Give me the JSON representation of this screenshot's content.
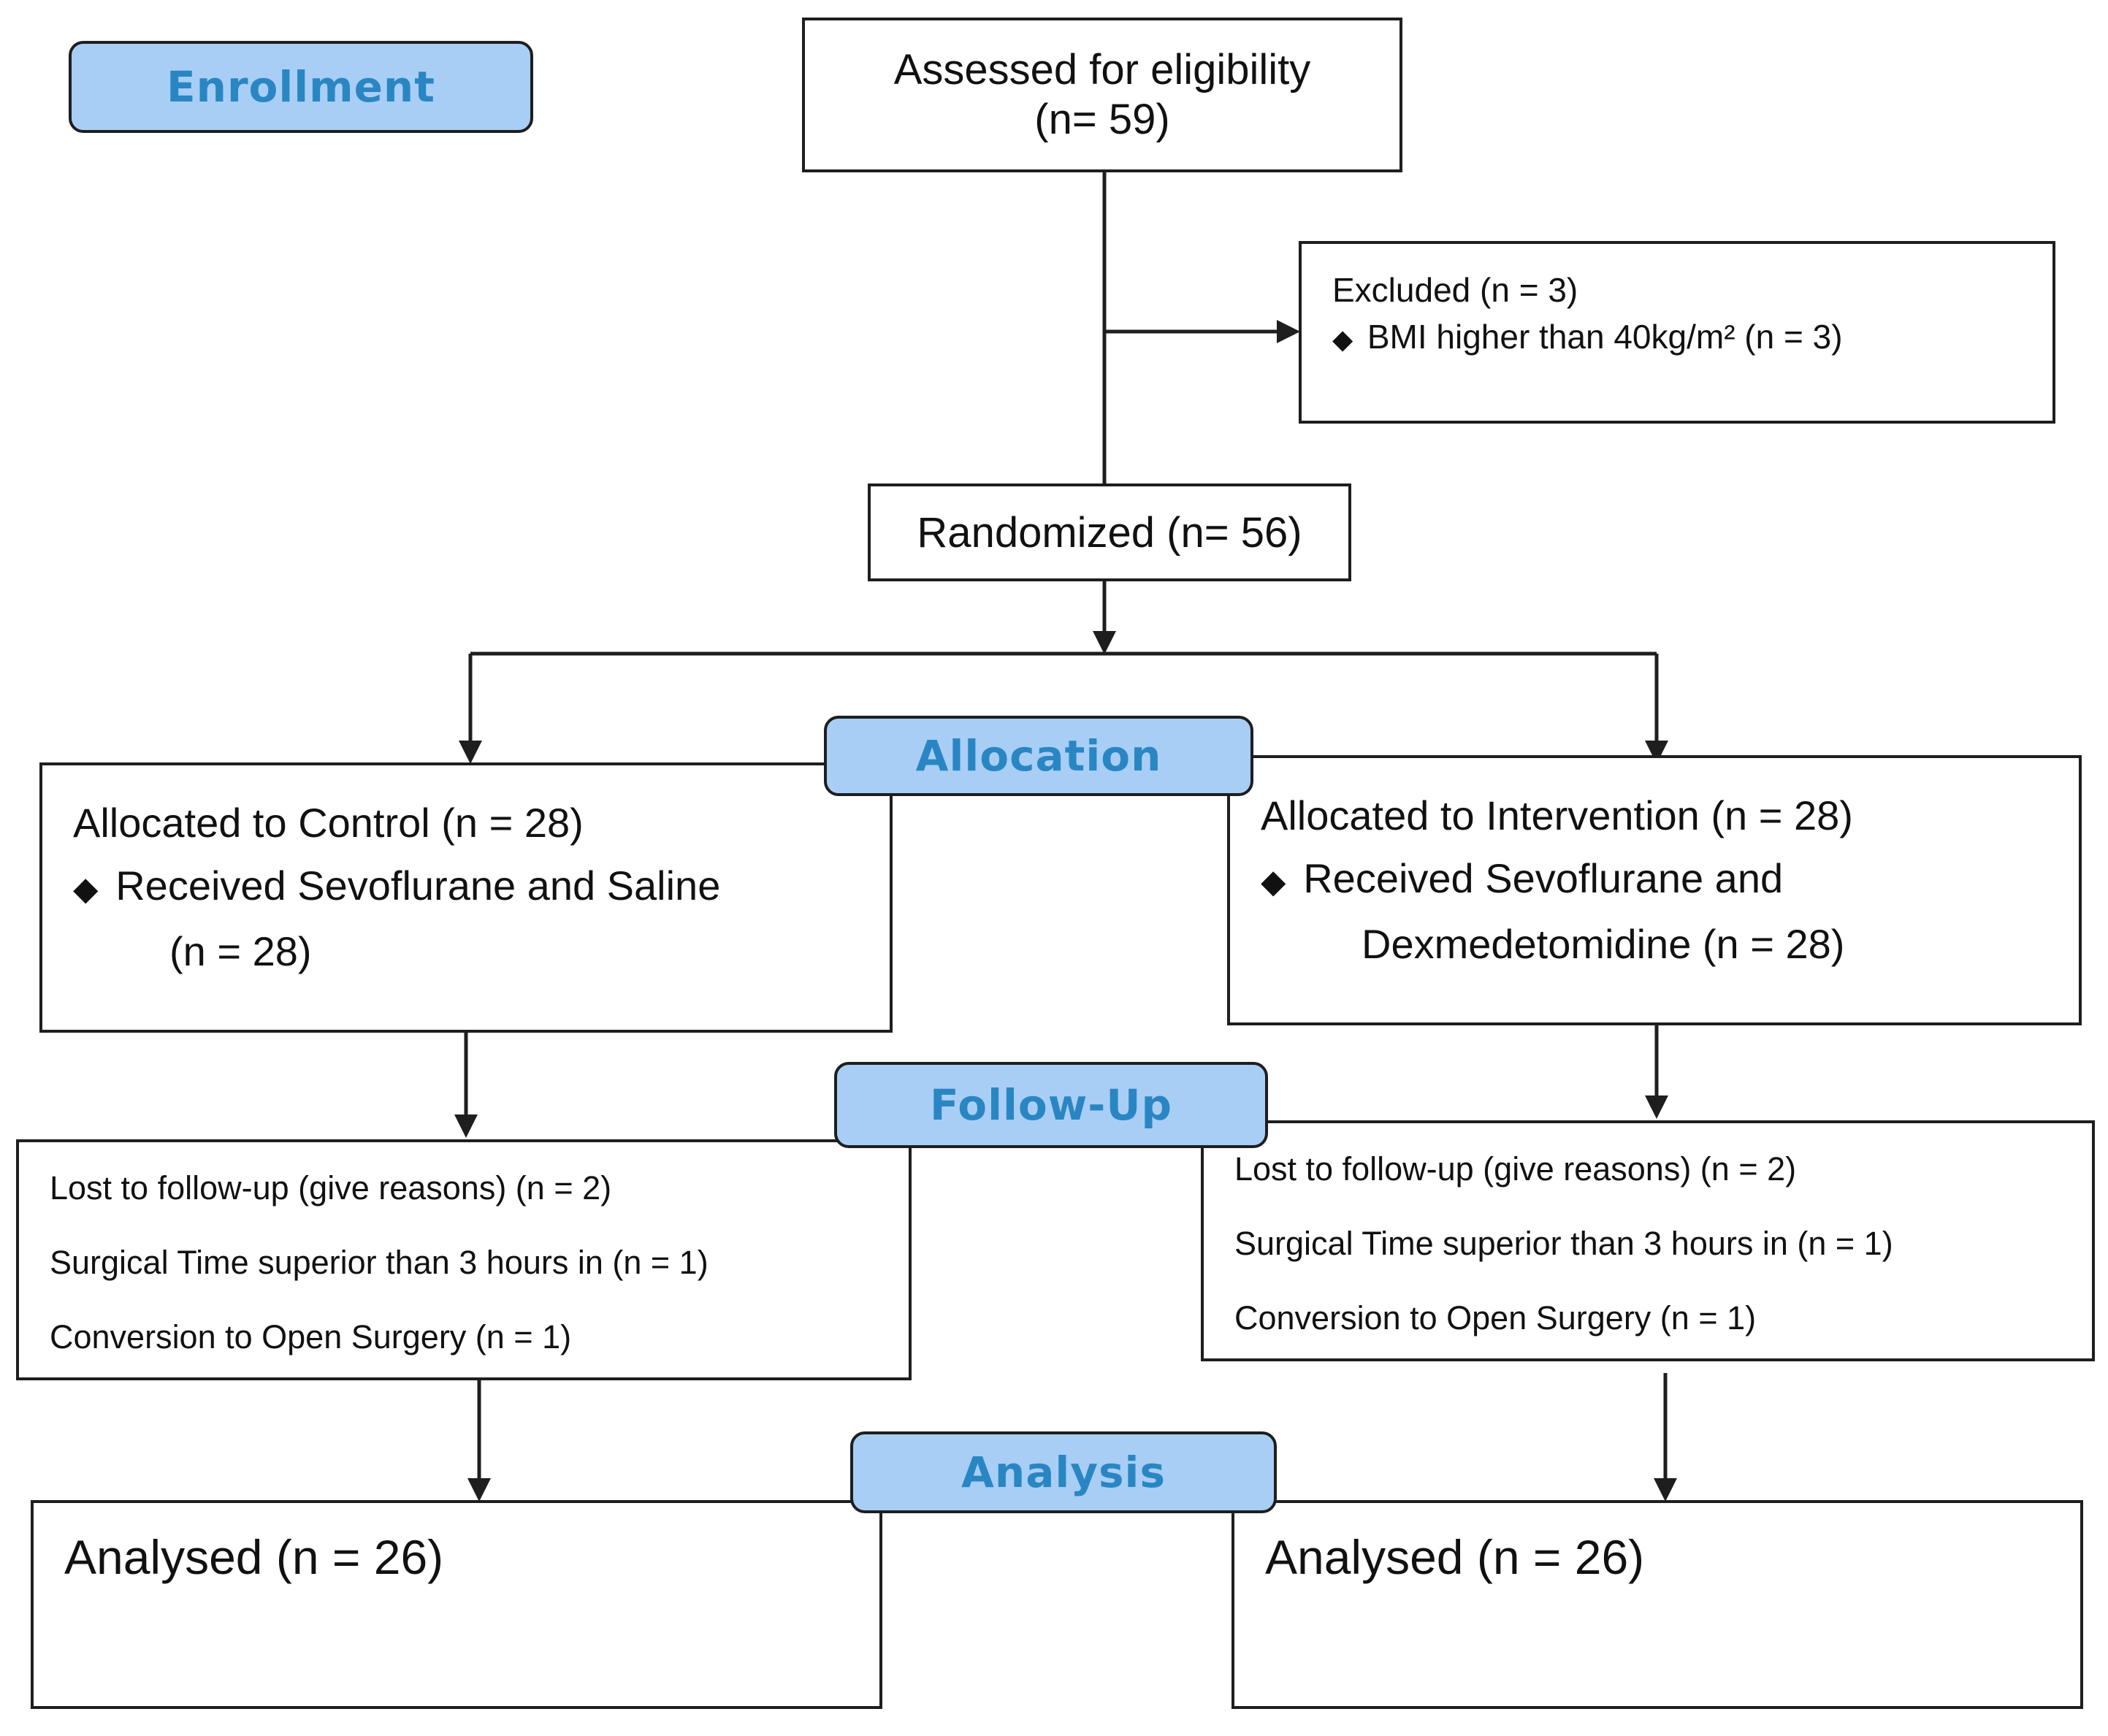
{
  "phases": {
    "enrollment": "Enrollment",
    "allocation": "Allocation",
    "follow_up": "Follow-Up",
    "analysis": "Analysis"
  },
  "assessed": {
    "label": "Assessed for eligibility",
    "count": "(n= 59)"
  },
  "excluded": {
    "label": "Excluded (n = 3)",
    "reason": "BMI higher than 40kg/m² (n = 3)"
  },
  "randomized": {
    "label": "Randomized (n= 56)"
  },
  "control": {
    "allocated": "Allocated to Control (n = 28)",
    "received_line1": "Received Sevoflurane and Saline",
    "received_line2": "(n =  28)",
    "lost": "Lost to follow-up (give reasons) (n = 2)",
    "surgical_time": "Surgical Time superior than 3 hours in (n = 1)",
    "conversion": "Conversion to Open Surgery (n = 1)",
    "analysed": "Analysed (n = 26)"
  },
  "intervention": {
    "allocated": "Allocated to Intervention (n = 28)",
    "received_line1": "Received Sevoflurane and",
    "received_line2": "Dexmedetomidine (n = 28)",
    "lost": "Lost to follow-up (give reasons) (n = 2)",
    "surgical_time": "Surgical Time superior than 3 hours in (n = 1)",
    "conversion": "Conversion to Open Surgery (n = 1)",
    "analysed": "Analysed (n = 26)"
  },
  "colors": {
    "phase_fill": "#a8cef6",
    "phase_text": "#2a86c2",
    "line": "#1e1e1e"
  }
}
